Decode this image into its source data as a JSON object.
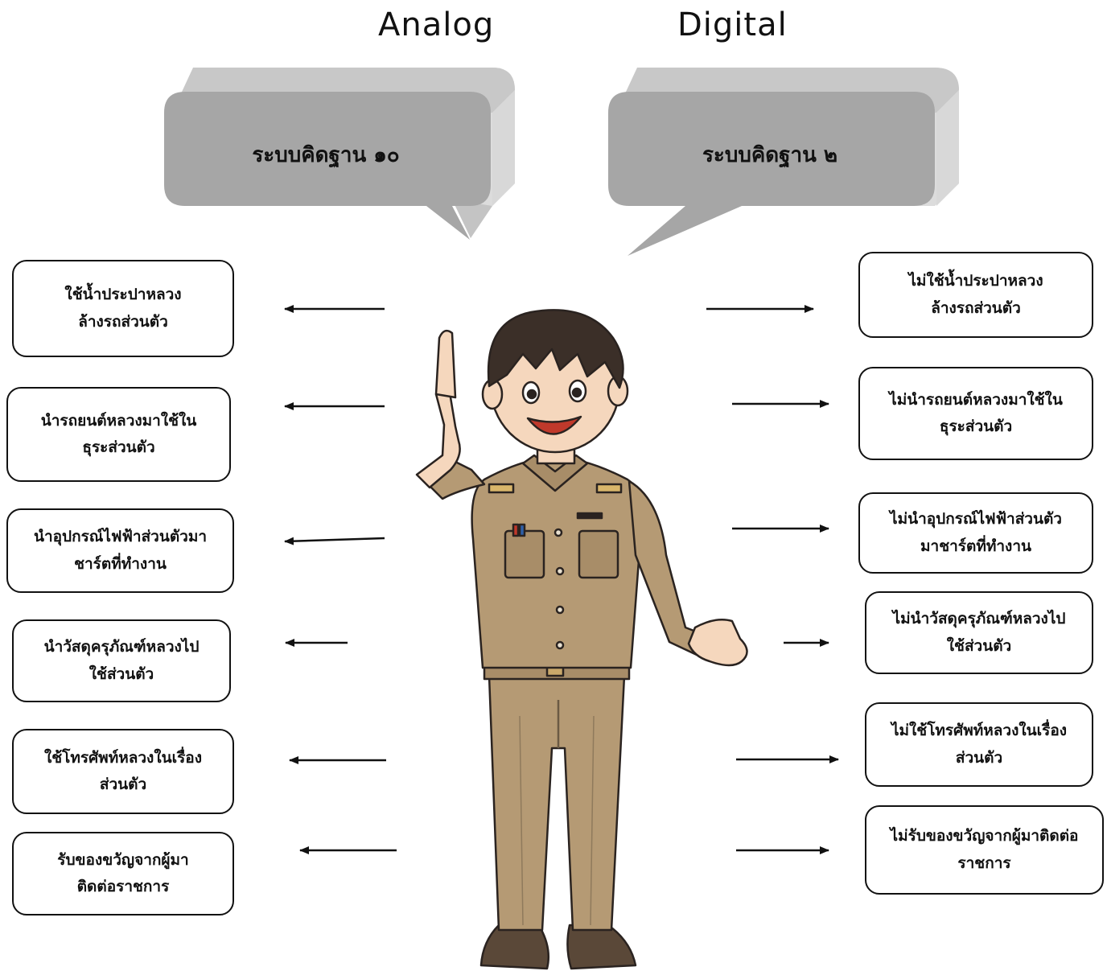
{
  "headings": {
    "analog": "Analog",
    "digital": "Digital"
  },
  "bubbles": {
    "analog": "ระบบคิดฐาน ๑๐",
    "digital": "ระบบคิดฐาน ๒"
  },
  "analog_items": [
    {
      "line1": "ใช้น้ำประปาหลวง",
      "line2": "ล้างรถส่วนตัว"
    },
    {
      "line1": "นำรถยนต์หลวงมาใช้ใน",
      "line2": "ธุระส่วนตัว"
    },
    {
      "line1": "นำอุปกรณ์ไฟฟ้าส่วนตัวมา",
      "line2": "ชาร์ตที่ทำงาน"
    },
    {
      "line1": "นำวัสดุครุภัณฑ์หลวงไป",
      "line2": "ใช้ส่วนตัว"
    },
    {
      "line1": "ใช้โทรศัพท์หลวงในเรื่อง",
      "line2": "ส่วนตัว"
    },
    {
      "line1": "รับของขวัญจากผู้มา",
      "line2": "ติดต่อราชการ"
    }
  ],
  "digital_items": [
    {
      "line1": "ไม่ใช้น้ำประปาหลวง",
      "line2": "ล้างรถส่วนตัว"
    },
    {
      "line1": "ไม่นำรถยนต์หลวงมาใช้ใน",
      "line2": "ธุระส่วนตัว"
    },
    {
      "line1": "ไม่นำอุปกรณ์ไฟฟ้าส่วนตัว",
      "line2": "มาชาร์ตที่ทำงาน"
    },
    {
      "line1": "ไม่นำวัสดุครุภัณฑ์หลวงไป",
      "line2": "ใช้ส่วนตัว"
    },
    {
      "line1": "ไม่ใช้โทรศัพท์หลวงในเรื่อง",
      "line2": "ส่วนตัว"
    },
    {
      "line1": "ไม่รับของขวัญจากผู้มาติดต่อ",
      "line2": "ราชการ"
    }
  ],
  "colors": {
    "bubble_face": "#a6a6a6",
    "bubble_side": "#d0d0d0",
    "uniform": "#b59a74",
    "hair": "#3b2f28",
    "skin": "#f5d7bd"
  }
}
